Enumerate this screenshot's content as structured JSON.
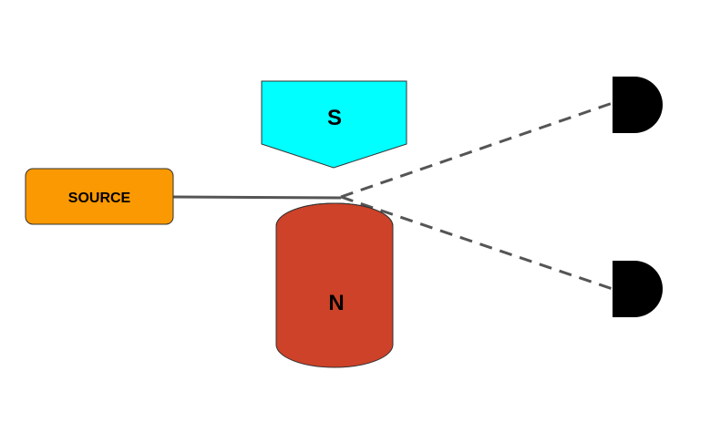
{
  "diagram": {
    "source": {
      "label": "SOURCE",
      "color": "#fb9902"
    },
    "south_pole": {
      "label": "S",
      "color": "#00ffff"
    },
    "north_pole": {
      "label": "N",
      "color": "#cd4228"
    },
    "beam_color": "#555555",
    "detector_color": "#000000",
    "detectors": [
      {
        "name": "upper-detector"
      },
      {
        "name": "lower-detector"
      }
    ]
  }
}
